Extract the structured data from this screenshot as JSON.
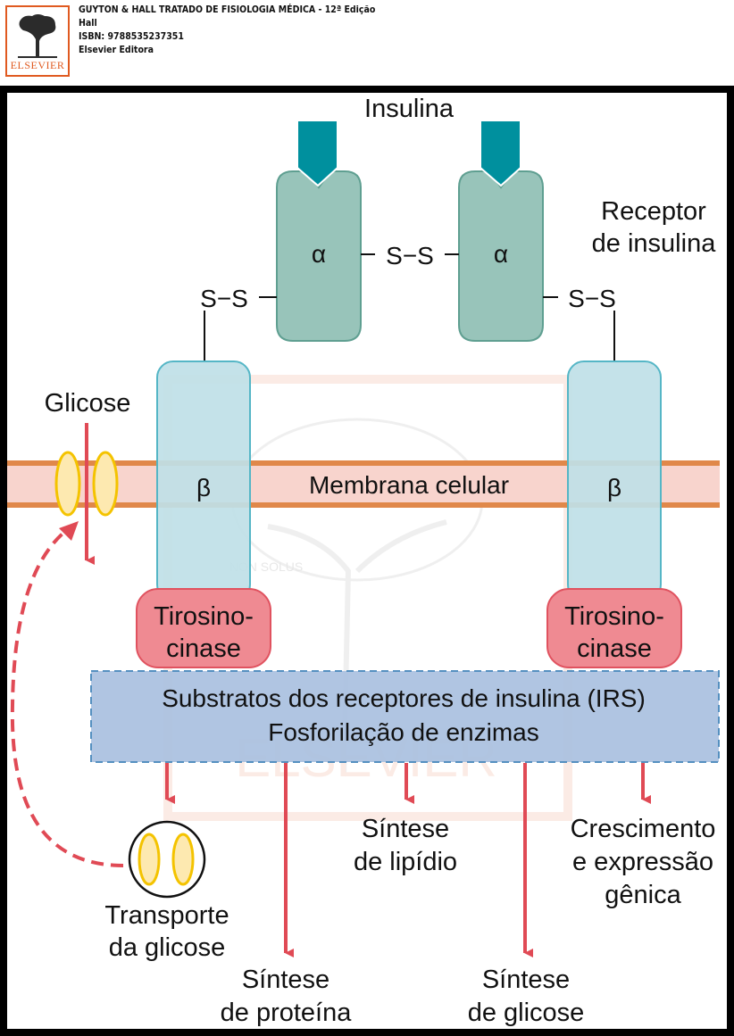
{
  "header": {
    "book_title": "GUYTON & HALL TRATADO DE FISIOLOGIA MÉDICA - 12ª Edição",
    "author": "Hall",
    "isbn": "ISBN: 9788535237351",
    "publisher": "Elsevier Editora",
    "logo_text": "ELSEVIER"
  },
  "diagram": {
    "insulin_label": "Insulina",
    "receptor_label_line1": "Receptor",
    "receptor_label_line2": "de insulina",
    "alpha": "α",
    "beta": "β",
    "ss_center": "S−S",
    "ss_left": "S−S",
    "ss_right": "S−S",
    "membrane_label": "Membrana celular",
    "glucose_label": "Glicose",
    "kinase_line1": "Tirosino-",
    "kinase_line2": "cinase",
    "irs_line1": "Substratos dos receptores de insulina (IRS)",
    "irs_line2": "Fosforilação de enzimas",
    "transport_line1": "Transporte",
    "transport_line2": "da glicose",
    "protein_line1": "Síntese",
    "protein_line2": "de proteína",
    "lipid_line1": "Síntese",
    "lipid_line2": "de lipídio",
    "glucose_syn_line1": "Síntese",
    "glucose_syn_line2": "de glicose",
    "growth_line1": "Crescimento",
    "growth_line2": "e expressão",
    "growth_line3": "gênica",
    "watermark": "ELSEVIER",
    "watermark_motto": "NON SOLUS"
  },
  "colors": {
    "alpha_fill": "#98c4ba",
    "alpha_stroke": "#5f9f91",
    "beta_fill": "#bfe0e7",
    "beta_stroke": "#55b6c6",
    "insulin": "#00909e",
    "membrane_fill": "#f8d4cd",
    "membrane_line": "#e0884a",
    "kinase_fill": "#ef8a92",
    "kinase_stroke": "#e0525f",
    "irs_fill": "#a9c0df",
    "irs_stroke": "#5590c0",
    "arrow_red": "#e04a55",
    "channel_fill": "#fde9b0",
    "channel_stroke": "#f4c300"
  }
}
